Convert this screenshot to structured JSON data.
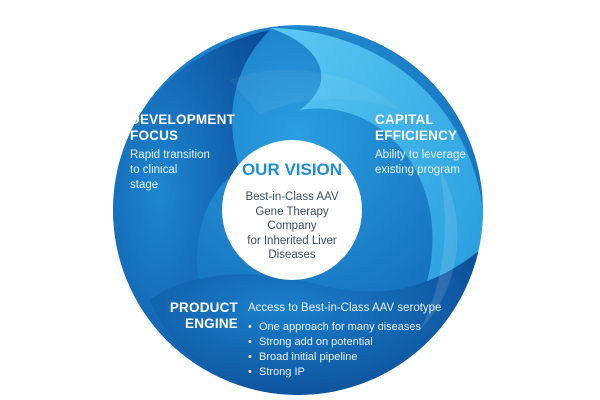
{
  "center": {
    "title": "OUR VISION",
    "lines": [
      "Best-in-Class AAV",
      "Gene Therapy Company",
      "for Inherited Liver",
      "Diseases"
    ]
  },
  "development": {
    "heading_lines": [
      "DEVELOPMENT",
      "FOCUS"
    ],
    "desc_lines": [
      "Rapid transition",
      "to clinical",
      "stage"
    ]
  },
  "capital": {
    "heading_lines": [
      "CAPITAL",
      "EFFICIENCY"
    ],
    "desc_lines": [
      "Ability to leverage",
      "existing program"
    ]
  },
  "product": {
    "heading_lines": [
      "PRODUCT",
      "ENGINE"
    ],
    "intro": "Access to Best-in-Class AAV serotype",
    "bullets": [
      "One approach for many diseases",
      "Strong add on potential",
      "Broad initial pipeline",
      "Strong IP"
    ]
  },
  "colors": {
    "deep_blue": "#0a4f9c",
    "mid_blue": "#1478c6",
    "light_blue": "#36b4ea",
    "title_blue": "#1e8fd3"
  }
}
